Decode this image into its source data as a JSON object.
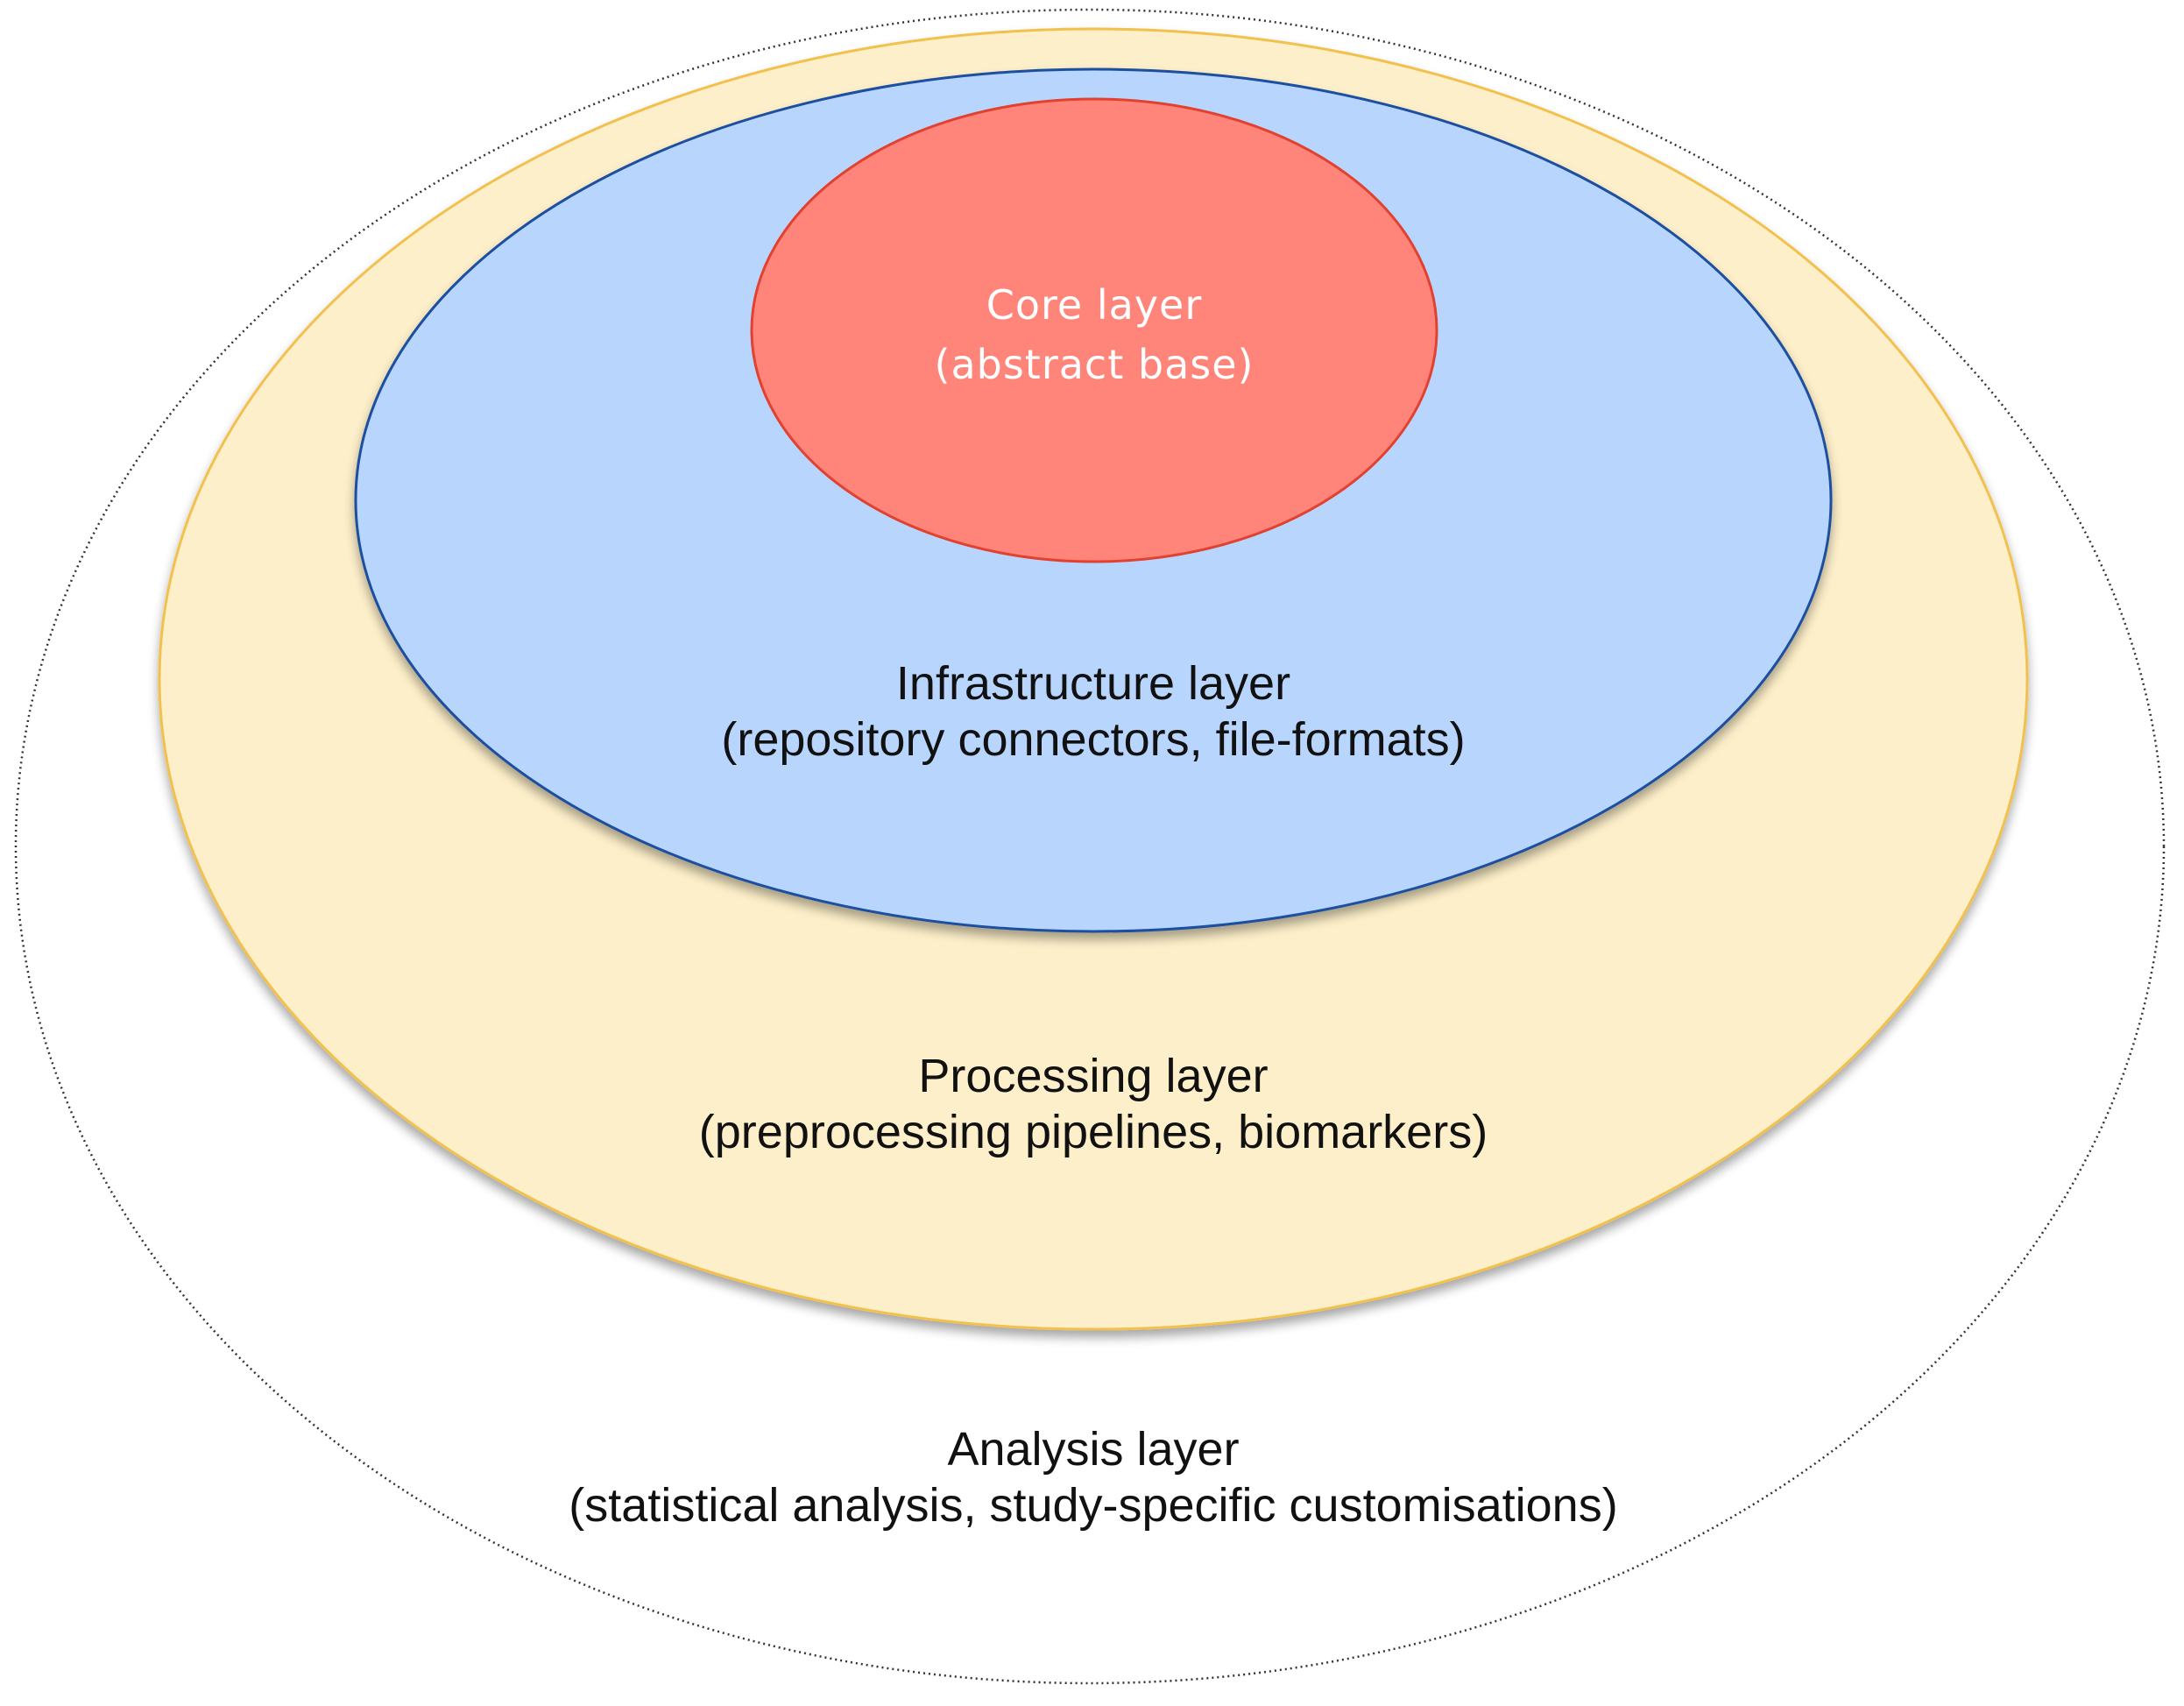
{
  "layers": {
    "analysis": {
      "name": "Analysis layer",
      "description": "(statistical analysis, study-specific customisations)"
    },
    "processing": {
      "name": "Processing layer",
      "description": "(preprocessing pipelines, biomarkers)",
      "fill": "#FDEFC9",
      "stroke": "#F2C14E"
    },
    "infrastructure": {
      "name": "Infrastructure layer",
      "description": "(repository connectors, file-formats)",
      "fill": "#B8D5FD",
      "stroke": "#1F4FA0"
    },
    "core": {
      "name": "Core layer",
      "description": "(abstract base)",
      "fill": "#FF857A",
      "stroke": "#E2412F"
    }
  }
}
